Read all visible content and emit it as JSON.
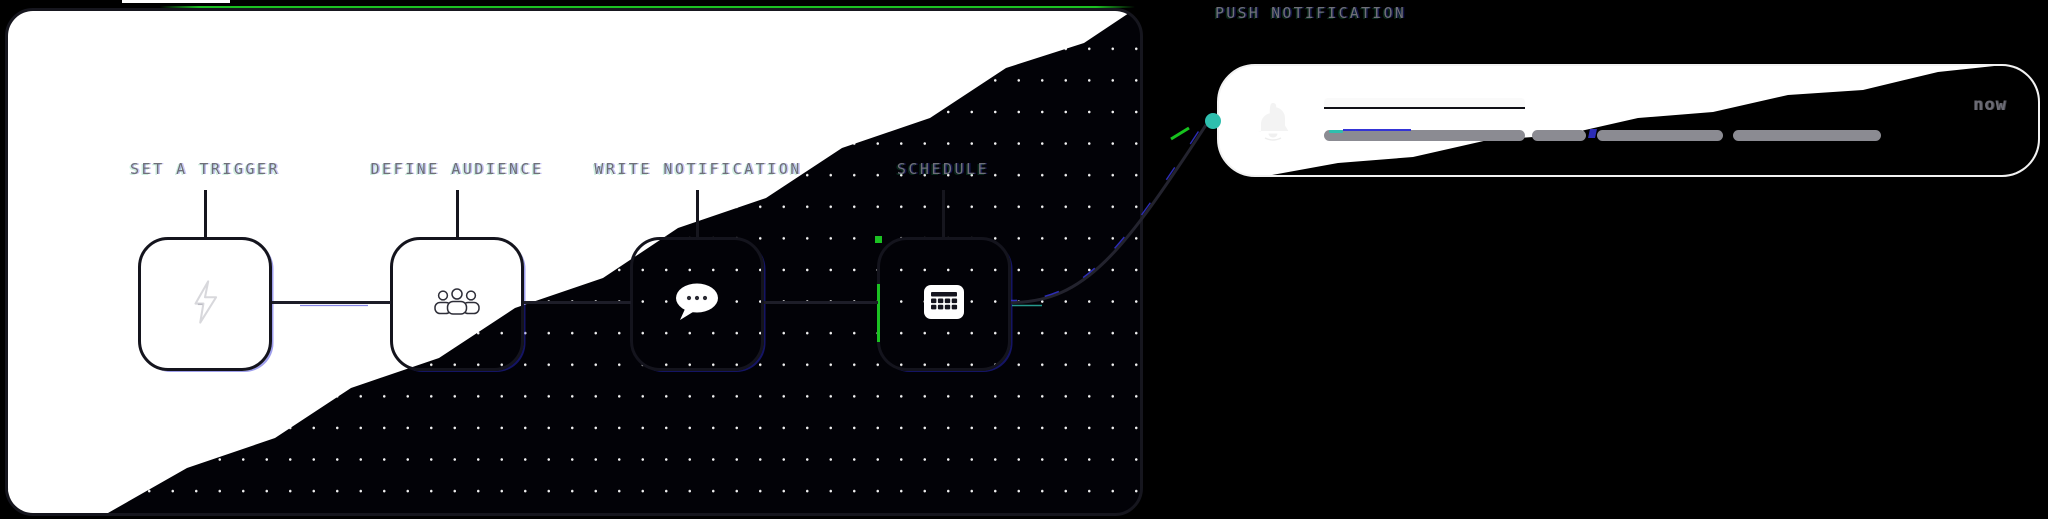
{
  "colors": {
    "background": "#000000",
    "panel_border": "#16161e",
    "label_gray": "#6f6f78",
    "accent_green": "#1bc122",
    "accent_teal": "#2fbfae",
    "glitch_blue": "#3434d6",
    "bar_gray": "#8b8b92",
    "card_white": "#ffffff"
  },
  "flow": {
    "nodes": [
      {
        "label": "SET A TRIGGER",
        "icon": "lightning-icon"
      },
      {
        "label": "DEFINE AUDIENCE",
        "icon": "people-icon"
      },
      {
        "label": "WRITE NOTIFICATION",
        "icon": "chat-bubble-icon"
      },
      {
        "label": "SCHEDULE",
        "icon": "calendar-icon"
      }
    ]
  },
  "notification": {
    "section_title": "PUSH NOTIFICATION",
    "icon": "bell-icon",
    "time_label": "now"
  }
}
